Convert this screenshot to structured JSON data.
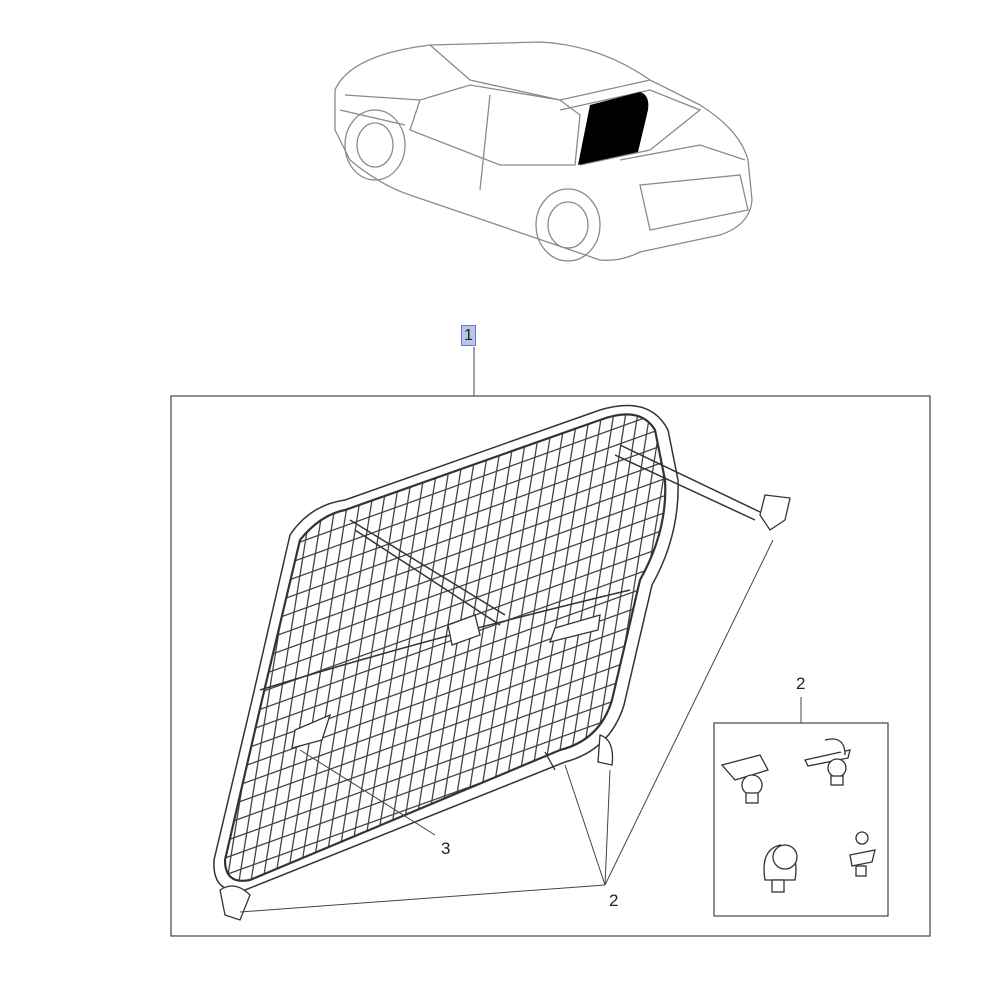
{
  "diagram": {
    "callouts": {
      "assembly": "1",
      "fastener_inset": "2",
      "fastener_main": "2",
      "panel": "3"
    },
    "colors": {
      "line": "#333333",
      "highlight_fill": "#b9c7e6",
      "highlight_border": "#6f6fe0",
      "window_fill": "#000000"
    }
  }
}
